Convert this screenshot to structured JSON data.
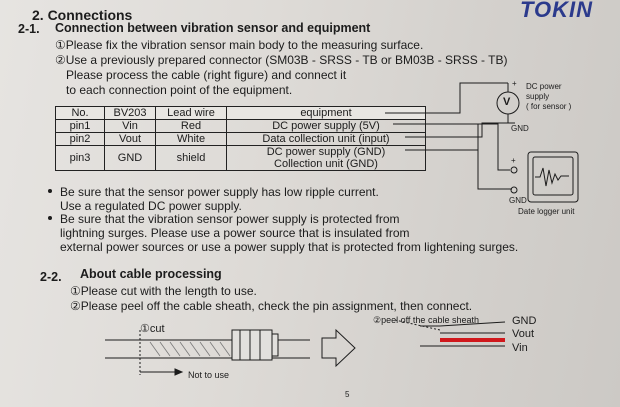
{
  "logo": "TOKIN",
  "section": "2. Connections",
  "sub1": {
    "num": "2-1.",
    "title": "Connection between vibration sensor and equipment",
    "line1": "①Please fix the vibration sensor main body to the measuring surface.",
    "line2": "②Use a previously prepared connector (SM03B - SRSS - TB or BM03B - SRSS - TB)",
    "line3": "Please process the cable (right figure) and connect it",
    "line4": "to each connection point of the equipment."
  },
  "table": {
    "headers": [
      "No.",
      "BV203",
      "Lead wire",
      "equipment"
    ],
    "rows": [
      [
        "pin1",
        "Vin",
        "Red",
        "DC power supply (5V)"
      ],
      [
        "pin2",
        "Vout",
        "White",
        "Data collection unit  (input)"
      ],
      [
        "pin3",
        "GND",
        "shield",
        "DC power supply    (GND)"
      ]
    ],
    "row3_extra": "Collection unit (GND)"
  },
  "diagram": {
    "v_symbol": "V",
    "plus1": "+",
    "dc_label1": "DC power",
    "dc_label2": "supply",
    "dc_label3": "( for sensor )",
    "gnd1": "GND",
    "plus2": "+",
    "gnd2": "GND",
    "logger": "Date logger unit"
  },
  "notes": {
    "b1": "Be sure that the sensor power supply has low ripple current.",
    "b1b": "Use a regulated DC power supply.",
    "b2": "Be sure that the vibration sensor power supply is protected from",
    "b2b": "lightning surges. Please use a power source that is insulated from",
    "b2c": "external power sources or use a power supply that is protected from lightening surges."
  },
  "sub2": {
    "num": "2-2.",
    "title": "About cable processing",
    "line1": "①Please cut with the length to use.",
    "line2": "②Please peel off the cable sheath, check the pin assignment, then connect."
  },
  "fig": {
    "cut": "①cut",
    "not_to_use": "Not to use",
    "peel": "②peel off the cable sheath",
    "gnd": "GND",
    "vout": "Vout",
    "vin": "Vin",
    "page_no": "5"
  },
  "colors": {
    "logo": "#2b3a8c",
    "red_wire": "#d0181c"
  }
}
